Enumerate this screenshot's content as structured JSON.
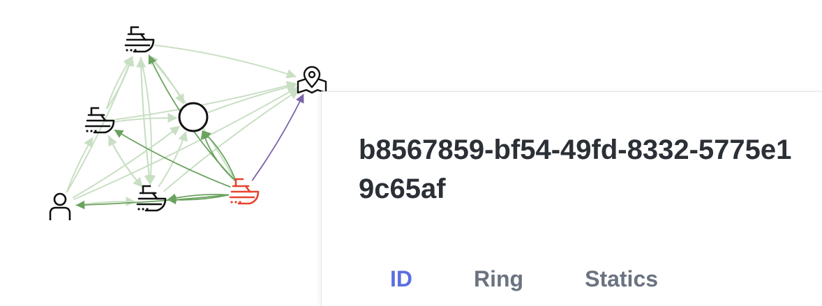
{
  "graph": {
    "nodes": [
      {
        "id": "ship-top",
        "icon": "ship-icon",
        "color": "#111111"
      },
      {
        "id": "ship-left",
        "icon": "ship-icon",
        "color": "#111111"
      },
      {
        "id": "ship-bottom",
        "icon": "ship-icon",
        "color": "#111111"
      },
      {
        "id": "ship-selected",
        "icon": "ship-icon",
        "color": "#e8432e",
        "selected": true
      },
      {
        "id": "circle-node",
        "icon": "circle-icon",
        "color": "#111111"
      },
      {
        "id": "person-node",
        "icon": "person-icon",
        "color": "#111111"
      },
      {
        "id": "location-node",
        "icon": "map-pin-icon",
        "color": "#111111"
      }
    ],
    "edge_colors": {
      "faint": "#c9dfc4",
      "highlighted": "#6aa25e",
      "selected": "#7b63a8"
    }
  },
  "panel": {
    "title": "b8567859-bf54-49fd-8332-5775e19c65af",
    "tabs": [
      {
        "label": "ID",
        "active": true
      },
      {
        "label": "Ring",
        "active": false
      },
      {
        "label": "Statics",
        "active": false
      }
    ],
    "accent": "#5b6ee1"
  }
}
